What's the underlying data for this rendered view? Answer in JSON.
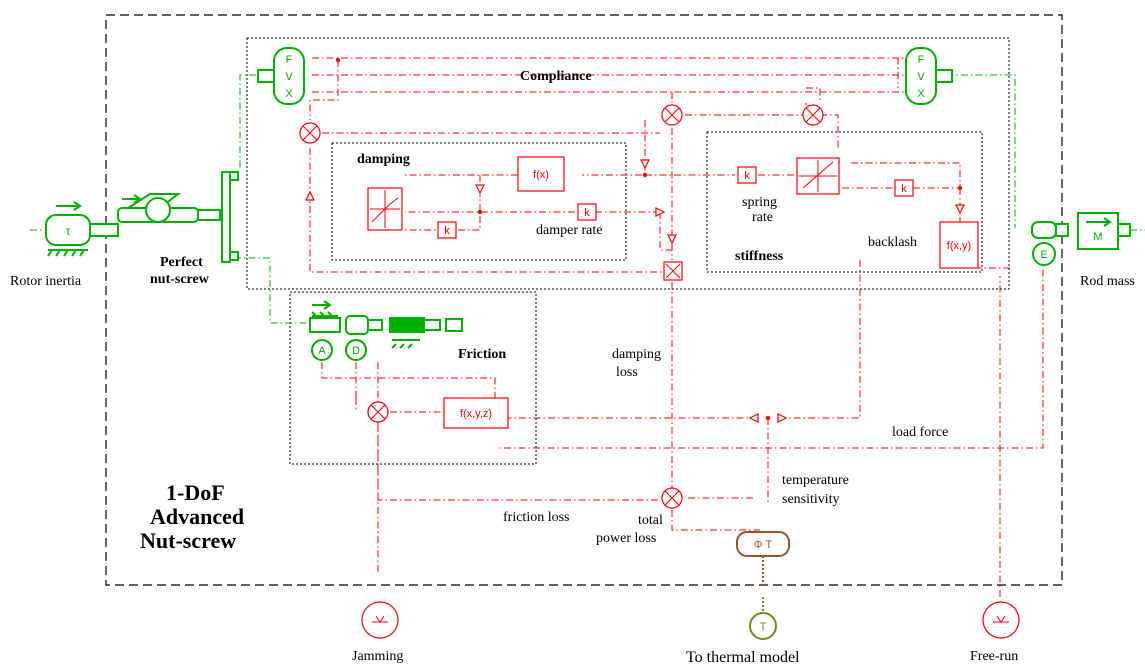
{
  "labels": {
    "compliance": "Compliance",
    "damping": "damping",
    "stiffness": "stiffness",
    "friction": "Friction",
    "spring_rate_1": "spring",
    "spring_rate_2": "rate",
    "damper_rate": "damper rate",
    "backlash": "backlash",
    "damping_loss_1": "damping",
    "damping_loss_2": "loss",
    "load_force": "load force",
    "temperature_sensitivity_1": "temperature",
    "temperature_sensitivity_2": "sensitivity",
    "friction_loss": "friction loss",
    "total_power_loss_1": "total",
    "total_power_loss_2": "power loss",
    "rotor_inertia": "Rotor inertia",
    "perfect_nut_screw_1": "Perfect",
    "perfect_nut_screw_2": "nut-screw",
    "rod_mass": "Rod mass",
    "model_title_1": "1-DoF",
    "model_title_2": "Advanced",
    "model_title_3": "Nut-screw",
    "jamming": "Jamming",
    "to_thermal_model": "To thermal model",
    "free_run": "Free-run"
  },
  "colors": {
    "signal": "#ff0000",
    "mechanical": "#00b000",
    "thermal": "#a0522d",
    "thermal_port": "#6b8e23",
    "frame": "#000000"
  },
  "icons": [
    "rotor-inertia-icon",
    "nut-screw-icon",
    "mass-icon",
    "sum-junction-icon",
    "product-icon",
    "gain-icon",
    "lookup-table-icon",
    "function-block-icon",
    "sensor-icon",
    "signal-source-icon",
    "thermal-port-icon"
  ]
}
